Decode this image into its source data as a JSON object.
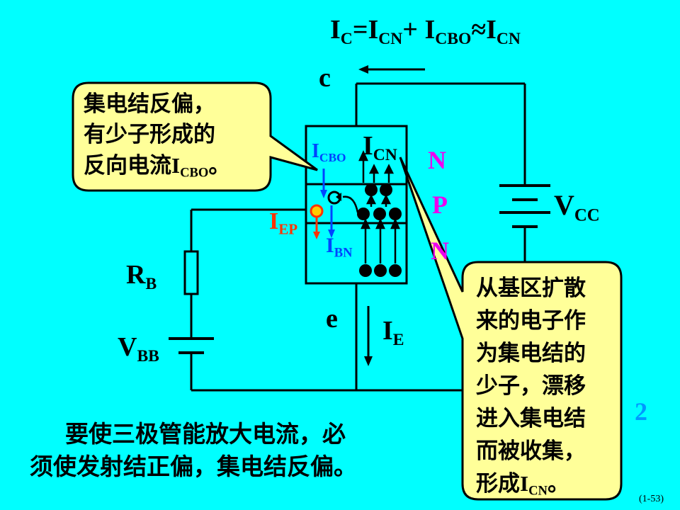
{
  "equation": {
    "i": "I",
    "c": "C",
    "eq": "=",
    "cn": "CN",
    "plus": "+ ",
    "cbo": "CBO",
    "approx": "≈"
  },
  "terminals": {
    "collector": "c",
    "emitter": "e"
  },
  "regions": [
    "N",
    "P",
    "N"
  ],
  "currents": {
    "icbo_sub": "CBO",
    "icn_sub": "CN",
    "iep_sub": "EP",
    "ibn_sub": "BN",
    "ie_sub": "E",
    "i": "I"
  },
  "components": {
    "rb": {
      "main": "R",
      "sub": "B"
    },
    "vbb": {
      "main": "V",
      "sub": "BB"
    },
    "vcc": {
      "main": "V",
      "sub": "CC"
    }
  },
  "callout_left": {
    "line1": "集电结反偏，",
    "line2": "有少子形成的",
    "line3_prefix": "反向电流",
    "line3_i": "I",
    "line3_sub": "CBO",
    "line3_suffix": "。"
  },
  "callout_right": {
    "lines": [
      "从基区扩散",
      "来的电子作",
      "为集电结的",
      "少子，漂移",
      "进入集电结",
      "而被收集，"
    ],
    "last_prefix": "形成",
    "last_i": "I",
    "last_sub": "CN",
    "last_suffix": "。"
  },
  "conclusion": {
    "line1": "要使三极管能放大电流，必",
    "line2": "须使发射结正偏，集电结反偏。"
  },
  "page_number": "2",
  "slide_ref": "(1-53)",
  "colors": {
    "background": "#00ffff",
    "callout_fill": "#ffff99",
    "region_n": "#ee00ee",
    "region_p": "#ee00ee",
    "icbo": "#0044ff",
    "ibn": "#0044ff",
    "iep": "#ff3300",
    "page_number": "#0099ff"
  }
}
